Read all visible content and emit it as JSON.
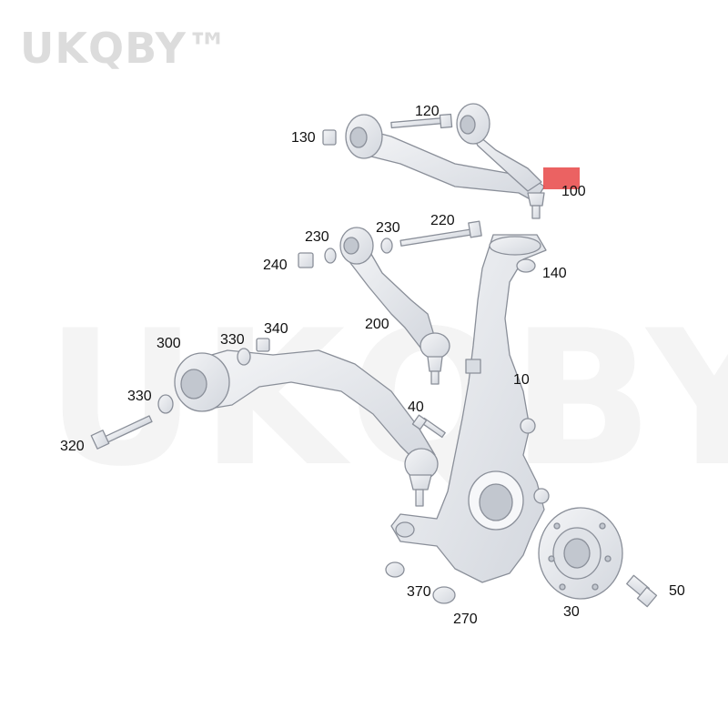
{
  "watermark": {
    "corner_text": "UKQBY™",
    "center_text": "UKQBY™"
  },
  "callouts": {
    "c10": "10",
    "c30": "30",
    "c40": "40",
    "c50": "50",
    "c100": "100",
    "c120": "120",
    "c130": "130",
    "c140": "140",
    "c200": "200",
    "c220": "220",
    "c230a": "230",
    "c230b": "230",
    "c240": "240",
    "c270": "270",
    "c300": "300",
    "c320": "320",
    "c330a": "330",
    "c330b": "330",
    "c340": "340",
    "c370": "370"
  },
  "colors": {
    "part_fill": "#e9ebef",
    "part_stroke": "#8a8f99",
    "highlight": "#e84646"
  }
}
